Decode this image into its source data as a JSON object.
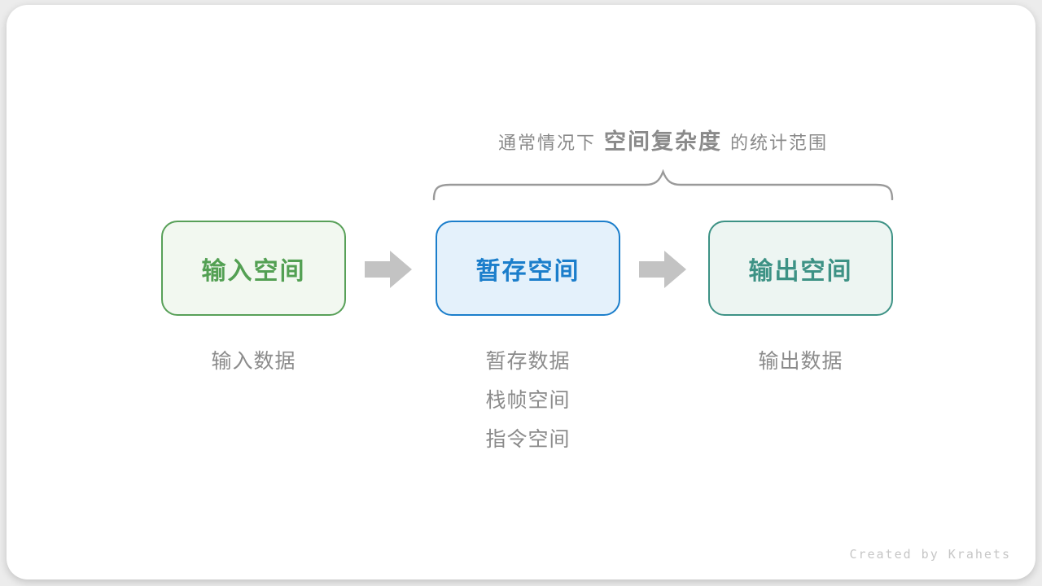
{
  "page": {
    "background_color": "#ececec",
    "card_color": "#ffffff"
  },
  "caption": {
    "prefix": "通常情况下",
    "highlight": "空间复杂度",
    "suffix": "的统计范围",
    "color": "#8a8a8a"
  },
  "brace": {
    "color": "#9a9a9a",
    "spans_boxes": [
      "temp-space",
      "output-space"
    ]
  },
  "boxes": [
    {
      "id": "input-space",
      "label": "输入空间",
      "border_color": "#58a058",
      "fill_color": "#f2f8f0",
      "text_color": "#53a053"
    },
    {
      "id": "temp-space",
      "label": "暂存空间",
      "border_color": "#1b7ecb",
      "fill_color": "#e4f1fb",
      "text_color": "#1b7ecb"
    },
    {
      "id": "output-space",
      "label": "输出空间",
      "border_color": "#3d9285",
      "fill_color": "#edf5f2",
      "text_color": "#3d9285"
    }
  ],
  "arrows": {
    "color": "#c3c3c3",
    "direction": "right",
    "count": 2
  },
  "annotations": [
    {
      "under": "input-space",
      "lines": [
        "输入数据"
      ]
    },
    {
      "under": "temp-space",
      "lines": [
        "暂存数据",
        "栈帧空间",
        "指令空间"
      ]
    },
    {
      "under": "output-space",
      "lines": [
        "输出数据"
      ]
    }
  ],
  "footer": {
    "credit": "Created by Krahets",
    "color": "#c6c6c6"
  }
}
